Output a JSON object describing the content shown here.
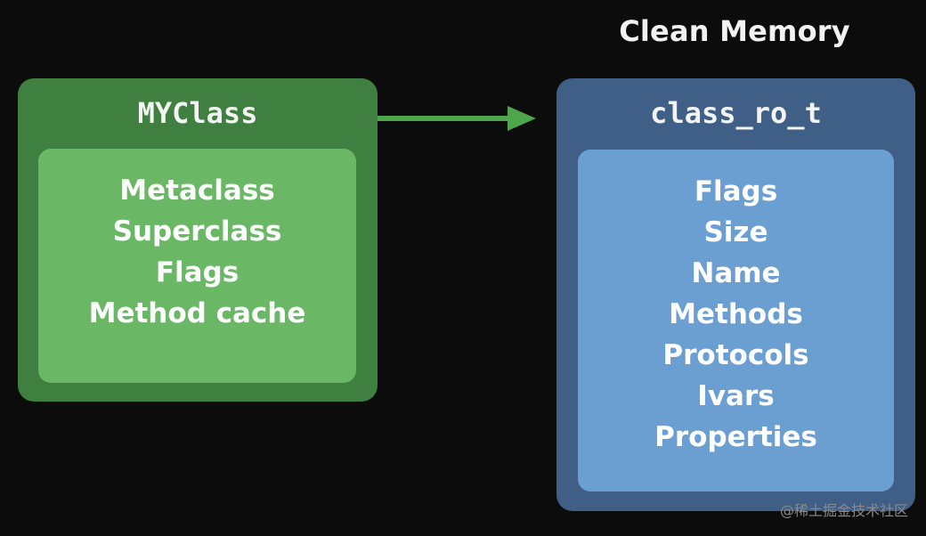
{
  "header": {
    "title": "Clean Memory"
  },
  "left_box": {
    "title": "MYClass",
    "fields": [
      "Metaclass",
      "Superclass",
      "Flags",
      "Method cache"
    ]
  },
  "right_box": {
    "title": "class_ro_t",
    "fields": [
      "Flags",
      "Size",
      "Name",
      "Methods",
      "Protocols",
      "Ivars",
      "Properties"
    ]
  },
  "watermark": {
    "text": "@稀土掘金技术社区"
  },
  "colors": {
    "background": "#0c0c0c",
    "green_outer": "#3f7f3f",
    "green_inner": "#6ab766",
    "blue_outer": "#3f5f86",
    "blue_inner": "#6b9fd2",
    "arrow": "#4fa54b"
  }
}
